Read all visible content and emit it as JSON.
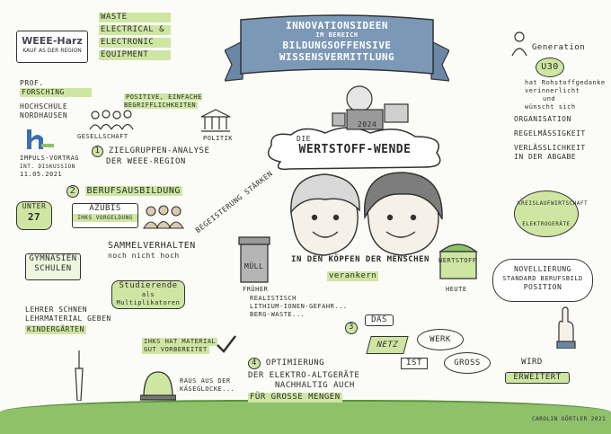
{
  "colors": {
    "accent_green": "#cfe6a3",
    "ribbon_blue": "#7b98b7",
    "ink": "#2b2b2b",
    "paper": "#fbfbf7",
    "grass": "#8fc06a"
  },
  "logo": {
    "name": "WEEE-Harz",
    "tagline": "KAUF AS DER REGION"
  },
  "weee": {
    "line1": "WASTE",
    "line2": "ELECTRICAL &",
    "line3": "ELECTRONIC",
    "line4": "EQUIPMENT"
  },
  "speaker": {
    "l1": "PROF.",
    "l2": "FORSCHING",
    "l3": "HOCHSCHULE",
    "l4": "NORDHAUSEN",
    "l5": "IMPULS-VORTRAG",
    "l6": "INT. DISKUSSION",
    "l7": "11.05.2021"
  },
  "banner": {
    "l1": "INNOVATIONSIDEEN",
    "l2": "IM BEREICH",
    "l3": "BILDUNGSOFFENSIVE",
    "l4": "WISSENSVERMITTLUNG"
  },
  "audience": {
    "positive": "POSITIVE, EINFACHE BEGRIFFLICHKEITEN",
    "society": "GESELLSCHAFT",
    "politics": "POLITIK"
  },
  "targets": {
    "num": "1",
    "text": "ZIELGRUPPEN-ANALYSE",
    "sub": "DER WEEE-REGION"
  },
  "training": {
    "num": "2",
    "text": "BERUFSAUSBILDUNG",
    "under": "UNTER",
    "age": "27",
    "azubis": "AZUBIS",
    "azubis_sub": "IHKS VORGELDUNG",
    "collect": "SAMMELVERHALTEN",
    "collect_sub": "noch nicht hoch",
    "schools": "GYMNASIEN",
    "schools2": "SCHULEN",
    "students": "Studierende",
    "students_sub": "als Multiplikatoren",
    "teachers": "LEHRER SCHNEN",
    "teachers2": "LEHRMATERIAL GEBEN",
    "kinder": "KINDERGÄRTEN",
    "ihk": "IHKS HAT MATERIAL",
    "ihk2": "GUT VORBEREITET"
  },
  "center": {
    "die": "DIE",
    "title": "WERTSTOFF-WENDE",
    "arc": "IN DEN KÖPFEN DER MENSCHEN",
    "anchor": "verankern",
    "strengthen": "BEGEISTERUNG STÄRKEN",
    "device": "2024",
    "bin": "MÜLL",
    "bin_sub": "FRÜHER",
    "chest": "WERTSTOFF",
    "chest_sub": "HEUTE"
  },
  "realistic": {
    "l1": "REALISTISCH",
    "l2": "LITHIUM-IONEN-GEFAHR...",
    "l3": "BERG-WASTE..."
  },
  "generation": {
    "title": "Generation",
    "num": "U30",
    "l1": "hat Rohstoffgedanke",
    "l2": "verinnerlicht",
    "l3": "und",
    "l4": "wünscht sich",
    "b1": "ORGANISATION",
    "b2": "REGELMÄSSIGKEIT",
    "b3": "VERLÄSSLICHKEIT",
    "b4": "IN DER ABGABE"
  },
  "cycle": {
    "l1": "KREISLAUFWIRTSCHAFT",
    "l2": "ELEKTROGERÄTE"
  },
  "policy": {
    "l1": "NOVELLIERUNG",
    "l2": "STANDARD BERUFSBILD",
    "l3": "POSITION"
  },
  "flow": {
    "num": "3",
    "das": "DAS",
    "netz": "NETZ",
    "werk": "WERK",
    "ist": "IST",
    "gross": "GROSS",
    "wird": "WIRD",
    "erweitert": "ERWEITERT"
  },
  "optim": {
    "num": "4",
    "l1": "OPTIMIERUNG",
    "l2": "DER ELEKTRO-ALTGERÄTE",
    "l3": "NACHHALTIG AUCH",
    "l4": "FÜR GROSSE MENGEN"
  },
  "bell": {
    "l1": "RAUS AUS DER",
    "l2": "KÄSEGLOCKE..."
  },
  "credit": "CAROLIN GÖRTLER 2021"
}
